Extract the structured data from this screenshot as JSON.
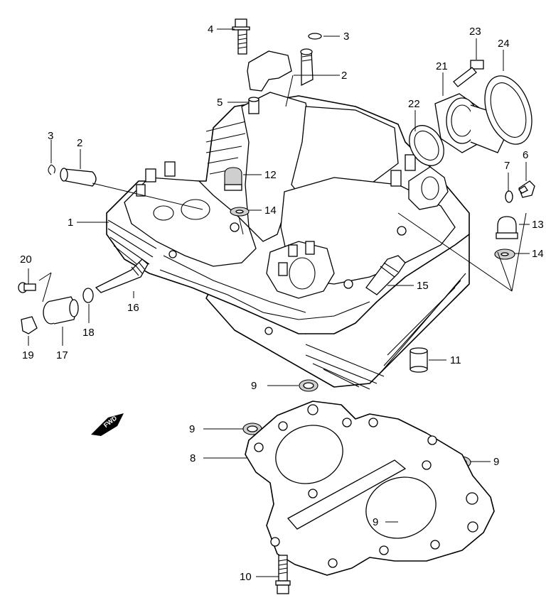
{
  "callouts": [
    {
      "id": "c1",
      "text": "1"
    },
    {
      "id": "c2a",
      "text": "2"
    },
    {
      "id": "c2b",
      "text": "2"
    },
    {
      "id": "c3a",
      "text": "3"
    },
    {
      "id": "c3b",
      "text": "3"
    },
    {
      "id": "c4",
      "text": "4"
    },
    {
      "id": "c5",
      "text": "5"
    },
    {
      "id": "c6",
      "text": "6"
    },
    {
      "id": "c7",
      "text": "7"
    },
    {
      "id": "c8",
      "text": "8"
    },
    {
      "id": "c9a",
      "text": "9"
    },
    {
      "id": "c9b",
      "text": "9"
    },
    {
      "id": "c9c",
      "text": "9"
    },
    {
      "id": "c9d",
      "text": "9"
    },
    {
      "id": "c10",
      "text": "10"
    },
    {
      "id": "c11",
      "text": "11"
    },
    {
      "id": "c12",
      "text": "12"
    },
    {
      "id": "c13",
      "text": "13"
    },
    {
      "id": "c14a",
      "text": "14"
    },
    {
      "id": "c14b",
      "text": "14"
    },
    {
      "id": "c15",
      "text": "15"
    },
    {
      "id": "c16",
      "text": "16"
    },
    {
      "id": "c17",
      "text": "17"
    },
    {
      "id": "c18",
      "text": "18"
    },
    {
      "id": "c19",
      "text": "19"
    },
    {
      "id": "c20",
      "text": "20"
    },
    {
      "id": "c21",
      "text": "21"
    },
    {
      "id": "c22",
      "text": "22"
    },
    {
      "id": "c23",
      "text": "23"
    },
    {
      "id": "c24",
      "text": "24"
    }
  ],
  "direction_arrow": {
    "text": "FWD"
  }
}
